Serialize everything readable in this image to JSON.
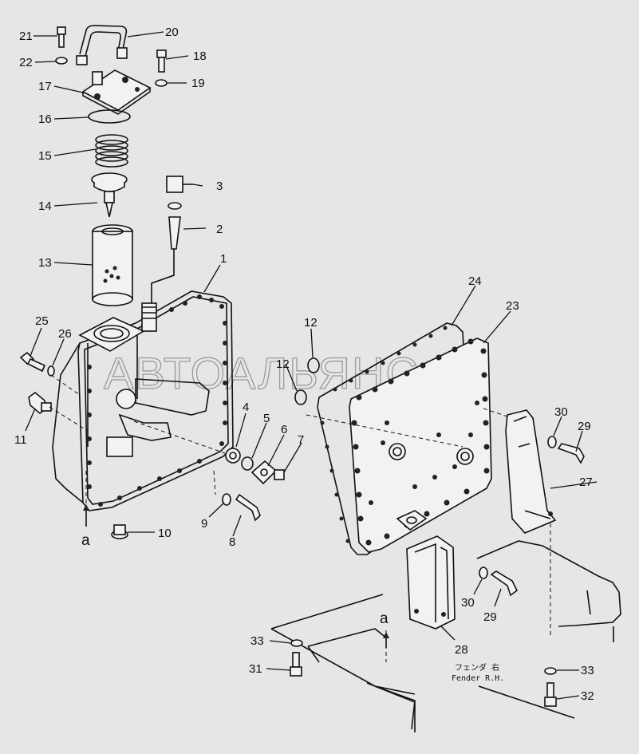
{
  "watermark": "АВТОАЛЬЯНС",
  "reference_letter": "a",
  "fender_note": {
    "japanese": "フェンダ 右",
    "english": "Fender R.H."
  },
  "callouts": {
    "c1": "1",
    "c2": "2",
    "c3": "3",
    "c4": "4",
    "c5": "5",
    "c6": "6",
    "c7": "7",
    "c8": "8",
    "c9": "9",
    "c10": "10",
    "c11": "11",
    "c12a": "12",
    "c12b": "12",
    "c13": "13",
    "c14": "14",
    "c15": "15",
    "c16": "16",
    "c17": "17",
    "c18": "18",
    "c19": "19",
    "c20": "20",
    "c21": "21",
    "c22": "22",
    "c23": "23",
    "c24": "24",
    "c25": "25",
    "c26": "26",
    "c27": "27",
    "c28": "28",
    "c29a": "29",
    "c29b": "29",
    "c30a": "30",
    "c30b": "30",
    "c31": "31",
    "c32": "32",
    "c33a": "33",
    "c33b": "33"
  }
}
